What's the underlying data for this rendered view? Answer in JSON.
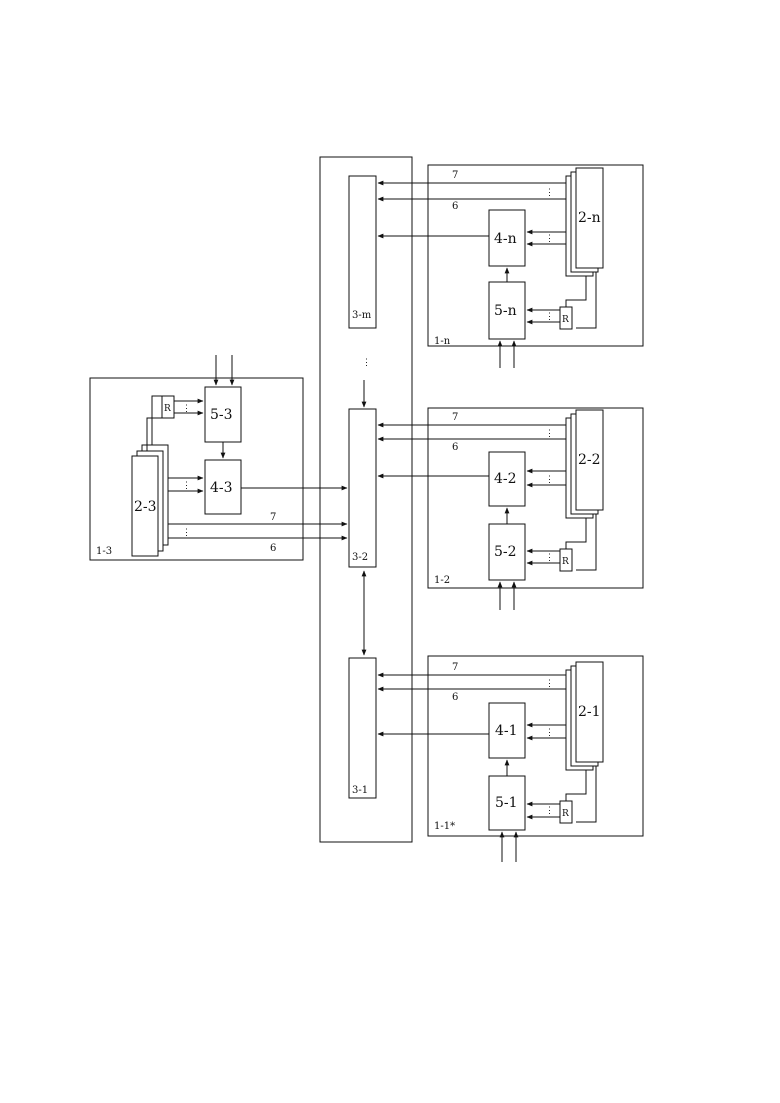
{
  "diagram": {
    "labels": {
      "block_3m": "3-m",
      "block_32": "3-2",
      "block_31": "3-1",
      "group_1n": "1-n",
      "group_12": "1-2",
      "group_11": "1-1*",
      "group_13": "1-3",
      "ctrl_4n": "4-n",
      "ctrl_42": "4-2",
      "ctrl_41": "4-1",
      "ctrl_43": "4-3",
      "src_5n": "5-n",
      "src_52": "5-2",
      "src_51": "5-1",
      "src_53": "5-3",
      "stack_2n": "2-n",
      "stack_22": "2-2",
      "stack_21": "2-1",
      "stack_23": "2-3",
      "line_7": "7",
      "line_6": "6",
      "resistor": "R",
      "ellipsis": "⋮"
    }
  }
}
